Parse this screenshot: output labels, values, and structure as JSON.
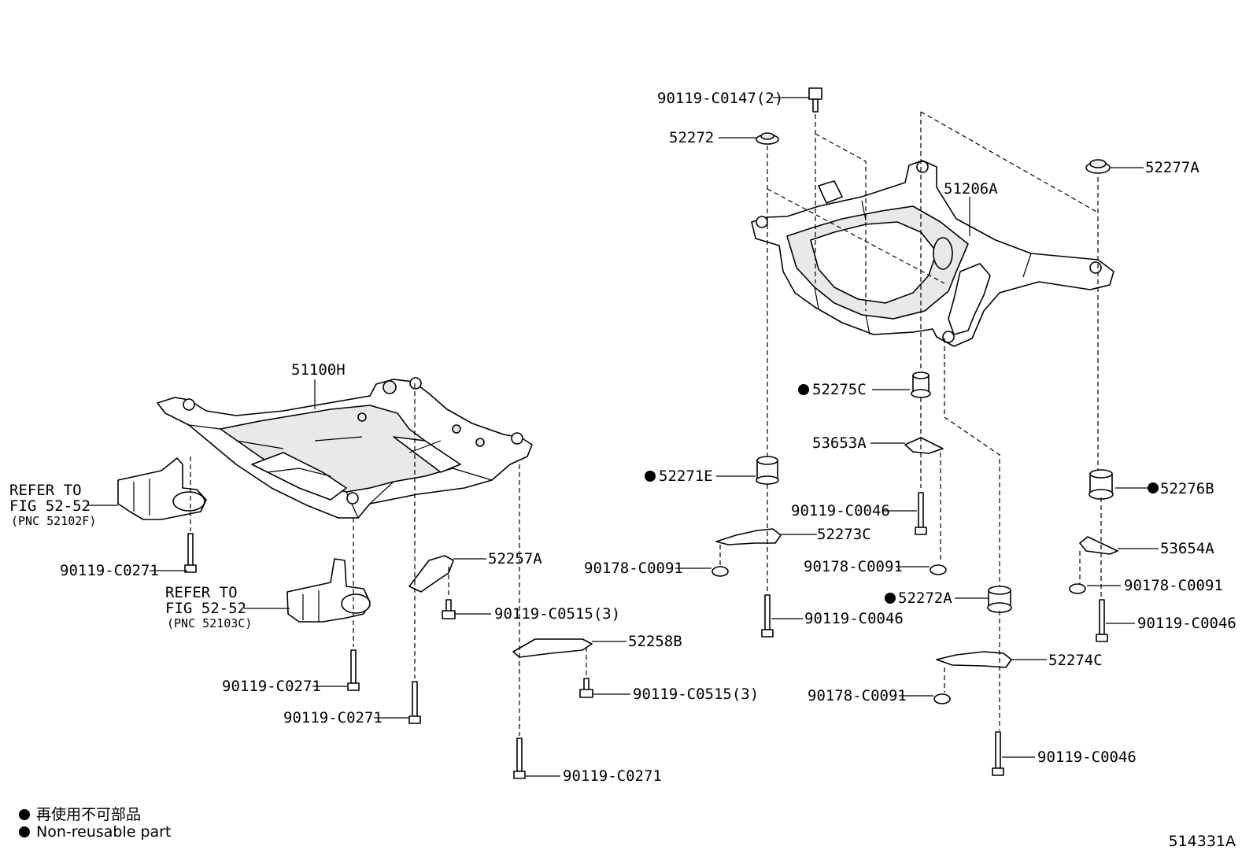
{
  "labels": {
    "p51100H": "51100H",
    "p51206A": "51206A",
    "p90119_C0147": "90119-C0147(2)",
    "p52272": "52272",
    "p52277A": "52277A",
    "p52275C": "52275C",
    "p53653A": "53653A",
    "p52271E": "52271E",
    "p52276B": "52276B",
    "p90119_C0046_a": "90119-C0046",
    "p52273C": "52273C",
    "p53654A": "53654A",
    "p90178_C0091_a": "90178-C0091",
    "p90178_C0091_b": "90178-C0091",
    "p90178_C0091_c": "90178-C0091",
    "p90178_C0091_d": "90178-C0091",
    "p52272A": "52272A",
    "p90119_C0046_b": "90119-C0046",
    "p90119_C0046_c": "90119-C0046",
    "p52274C": "52274C",
    "p90119_C0046_d": "90119-C0046",
    "p52257A": "52257A",
    "p90119_C0515_a": "90119-C0515(3)",
    "p52258B": "52258B",
    "p90119_C0515_b": "90119-C0515(3)",
    "p90119_C0271_a": "90119-C0271",
    "p90119_C0271_b": "90119-C0271",
    "p90119_C0271_c": "90119-C0271",
    "p90119_C0271_d": "90119-C0271"
  },
  "refs": {
    "ref1_line1": "REFER TO",
    "ref1_line2": "FIG 52-52",
    "ref1_line3": "(PNC 52102F)",
    "ref2_line1": "REFER TO",
    "ref2_line2": "FIG 52-52",
    "ref2_line3": "(PNC 52103C)"
  },
  "legend": {
    "japanese": "再使用不可部品",
    "english": "Non-reusable part"
  },
  "illustration_number": "514331A"
}
